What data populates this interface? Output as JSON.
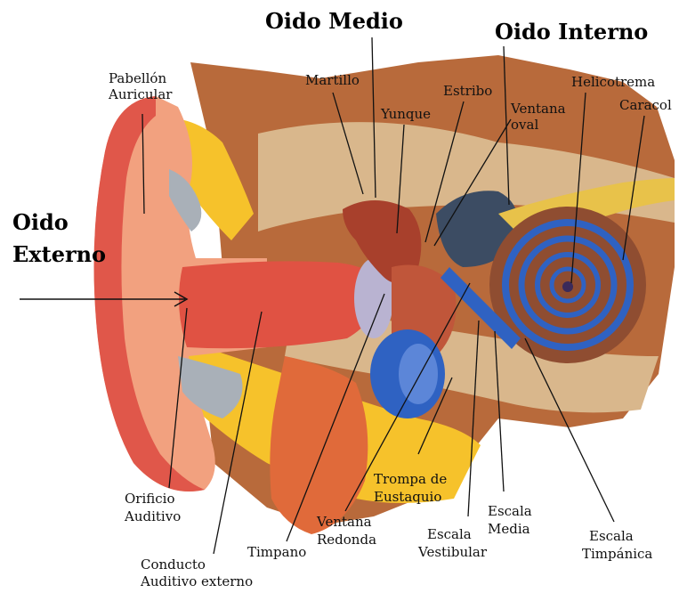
{
  "colors": {
    "skin": "#f2a17f",
    "cartilage": "#e0574a",
    "muscle": "#c43a2e",
    "bone": "#d9b78c",
    "background_tissue": "#b86a3b",
    "fat": "#f6c22b",
    "cochlea": "#8f4d31",
    "blue_duct": "#2f62c2",
    "line": "#111111"
  },
  "headings": {
    "oido_medio": "Oido Medio",
    "oido_interno": "Oido Interno",
    "oido_externo": [
      "Oido",
      "Externo"
    ]
  },
  "labels": {
    "pabellon": [
      "Pabellón",
      "Auricular"
    ],
    "martillo": "Martillo",
    "yunque": "Yunque",
    "estribo": "Estribo",
    "ventana_oval": [
      "Ventana",
      "oval"
    ],
    "helicotrema": "Helicotrema",
    "caracol": "Caracol",
    "orificio": [
      "Orificio",
      "Auditivo"
    ],
    "conducto": [
      "Conducto",
      "Auditivo externo"
    ],
    "timpano": "Timpano",
    "ventana_redonda": [
      "Ventana",
      "Redonda"
    ],
    "trompa": [
      "Trompa de",
      "Eustaquio"
    ],
    "escala_vestibular": [
      "Escala",
      "Vestibular"
    ],
    "escala_media": [
      "Escala",
      "Media"
    ],
    "escala_timpanica": [
      "Escala",
      "Timpánica"
    ]
  }
}
